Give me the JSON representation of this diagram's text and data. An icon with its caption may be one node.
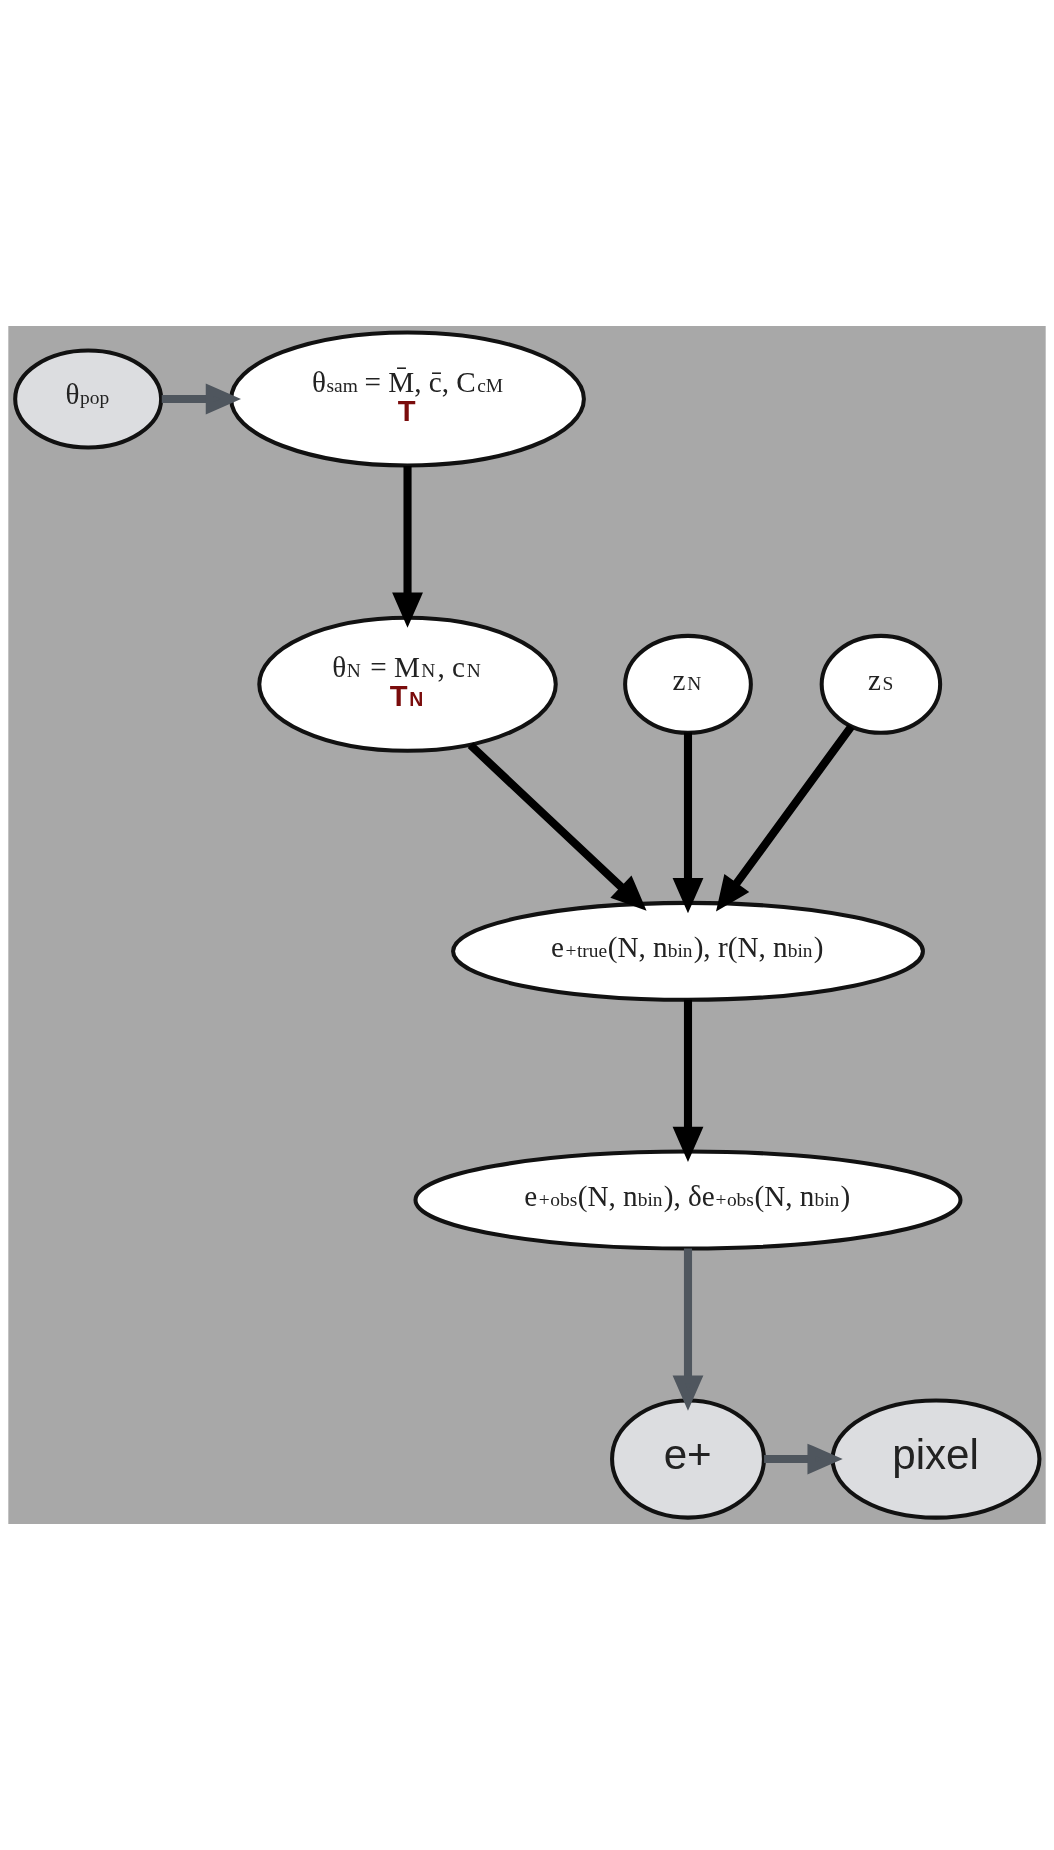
{
  "diagram": {
    "nodes": [
      {
        "text": [
          "θ$_{pop}$"
        ]
      },
      {
        "text": [
          "θ$_{sam}$ = M̄, c̄, C$_{cM}$",
          "T"
        ]
      },
      {
        "text": [
          "θ$_{N}$ = M$_{N}$, c$_{N}$",
          "T$_{N}$"
        ]
      },
      {
        "text": [
          "z$_{N}$"
        ]
      },
      {
        "text": [
          "z$_{S}$"
        ]
      },
      {
        "text": [
          "e$_{+}$$^{true}$(N, n$_{bin}$), r(N, n$_{bin}$)"
        ]
      },
      {
        "text": [
          "e$_{+}$$^{obs}$(N, n$_{bin}$), δe$_{+}$$^{obs}$(N, n$_{bin}$)"
        ]
      },
      {
        "text": [
          "e+"
        ]
      },
      {
        "text": [
          "pixel"
        ]
      }
    ],
    "edges": [
      {
        "from": 0,
        "to": 1,
        "arrow": "to",
        "color": "#4f565e"
      },
      {
        "from": 1,
        "to": 2,
        "arrow": "to"
      },
      {
        "from": 2,
        "to": 5,
        "arrow": "to"
      },
      {
        "from": 3,
        "to": 5,
        "arrow": "to"
      },
      {
        "from": 4,
        "to": 5,
        "arrow": "to"
      },
      {
        "from": 5,
        "to": 6,
        "arrow": "to"
      },
      {
        "from": 6,
        "to": 7,
        "arrow": "to",
        "color": "#4f565e"
      },
      {
        "from": 7,
        "to": 8,
        "arrow": "to",
        "color": "#4f565e"
      }
    ]
  }
}
